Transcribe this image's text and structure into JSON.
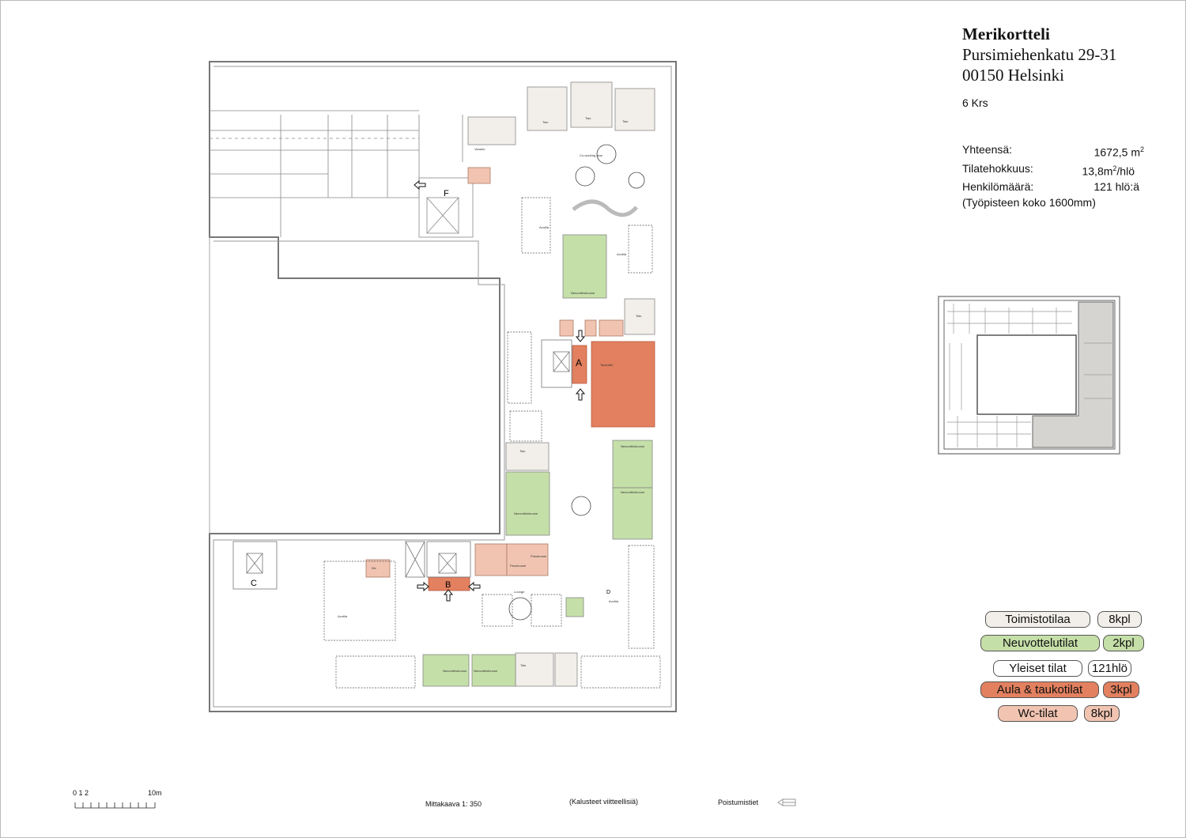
{
  "header": {
    "name": "Merikortteli",
    "street": "Pursimiehenkatu 29-31",
    "city": "00150 Helsinki",
    "floor": "6 Krs"
  },
  "stats": {
    "total_label": "Yhteensä:",
    "total_value": "1672,5 m",
    "total_sup": "2",
    "efficiency_label": "Tilatehokkuus:",
    "efficiency_value_a": "13,8m",
    "efficiency_sup": "2",
    "efficiency_value_b": "/hlö",
    "people_label": "Henkilömäärä:",
    "people_value": "121 hlö:ä",
    "note": "(Työpisteen koko 1600mm)"
  },
  "legend": [
    {
      "label": "Toimistotilaa",
      "count": "8kpl",
      "color": "#f2efea"
    },
    {
      "label": "Neuvottelutilat",
      "count": "2kpl",
      "color": "#c5dfa8"
    },
    {
      "label": "Yleiset tilat",
      "count": "121hlö",
      "color": "#ffffff"
    },
    {
      "label": "Aula & taukotilat",
      "count": "3kpl",
      "color": "#e2805f"
    },
    {
      "label": "Wc-tilat",
      "count": "8kpl",
      "color": "#f1c4b1"
    }
  ],
  "plan": {
    "stairs": [
      "A",
      "B",
      "C",
      "F",
      "D"
    ],
    "rooms": {
      "taukotila": "Taukotila",
      "neuvottelu": "Neuvotteluhuone",
      "tsto": "Tsto",
      "avotila": "Avotila",
      "coworking": "Co-working alue",
      "lounge": "Lounge",
      "pesuhuone": "Pesuhuone",
      "pukuhuone": "Pukuhuone",
      "wc": "Wc",
      "varasto": "Varasto"
    }
  },
  "footer": {
    "scale_ticks": "0 1 2",
    "scale_end": "10m",
    "scale_text": "Mittakaava 1: 350",
    "furniture_note": "(Kalusteet viitteellisiä)",
    "exits_label": "Poistumistiet"
  }
}
